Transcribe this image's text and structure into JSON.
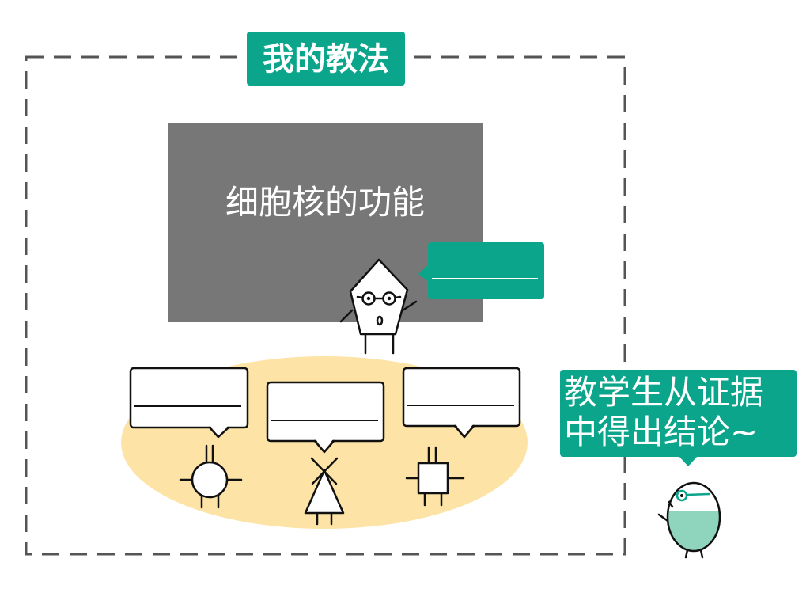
{
  "colors": {
    "accent_green": "#0aa58a",
    "board_gray": "#777777",
    "stage_yellow": "#fde4a6",
    "frame_gray": "#555555",
    "student_fill": "#8fd4bc",
    "bubble_white": "#ffffff"
  },
  "section_label": "我的教法",
  "board": {
    "title": "细胞核的功能"
  },
  "callout": {
    "line1": "教学生从证据",
    "line2": "中得出结论~"
  }
}
